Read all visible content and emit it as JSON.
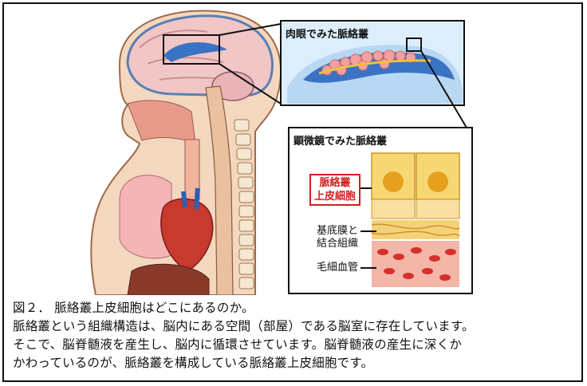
{
  "insets": {
    "naked_eye_title": "肉眼でみた脈絡叢",
    "microscope_title": "顕微鏡でみた脈絡叢"
  },
  "labels": {
    "epithelium_line1": "脈絡叢",
    "epithelium_line2": "上皮細胞",
    "basement_line1": "基底膜と",
    "basement_line2": "結合組織",
    "capillary": "毛細血管"
  },
  "caption": {
    "line1": "図２． 脈絡叢上皮細胞はどこにあるのか。",
    "line2": "脈絡叢という組織構造は、脳内にある空間（部屋）である脳室に存在しています。",
    "line3": "そこで、脳脊髄液を産生し、脳内に循環させています。脳脊髄液の産生に深くか",
    "line4": "かわっているのが、脈絡叢を構成している脈絡叢上皮細胞です。"
  },
  "colors": {
    "epithelium_label": "#d21f1f",
    "brain": "#f1c6c6",
    "ventricle": "#3b73c4",
    "heart": "#c8392e",
    "cell_yellow": "#f5c84a"
  }
}
